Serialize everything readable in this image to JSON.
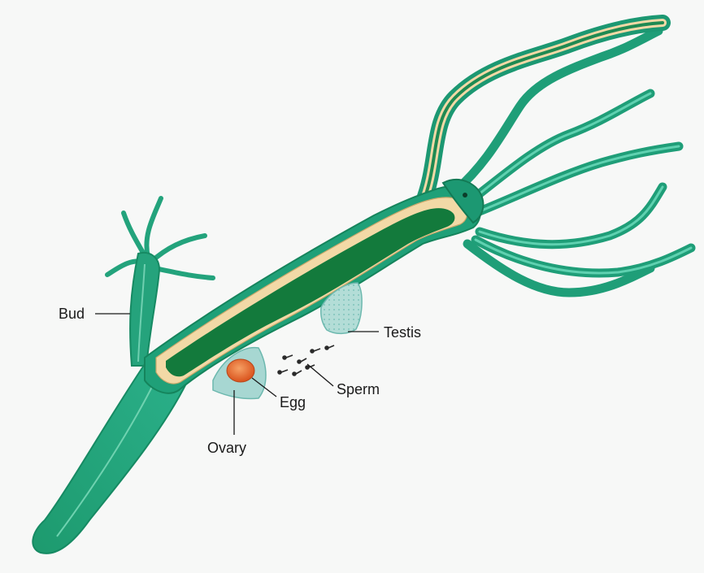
{
  "labels": {
    "bud": "Bud",
    "testis": "Testis",
    "sperm": "Sperm",
    "egg": "Egg",
    "ovary": "Ovary"
  },
  "colors": {
    "body": "#22a07a",
    "body_dark": "#137a55",
    "gut": "#127a3c",
    "mesoglea": "#f2d9a6",
    "gonad": "#a7d7d2",
    "egg": "#e8672a"
  }
}
